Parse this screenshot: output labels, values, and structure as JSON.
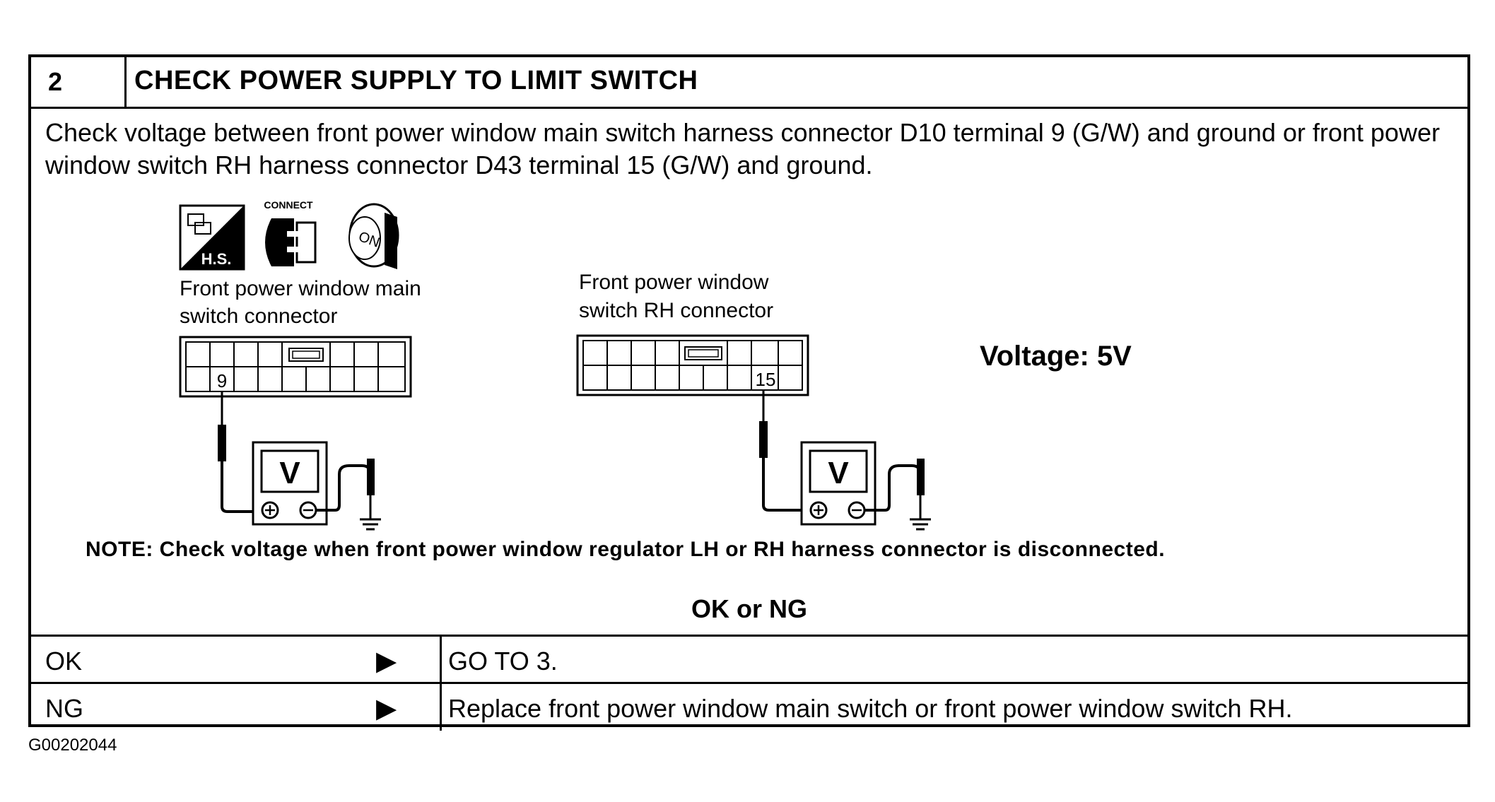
{
  "step": {
    "number": "2",
    "title": "CHECK POWER SUPPLY TO LIMIT SWITCH",
    "instruction": "Check voltage between front power window main switch harness connector D10 terminal 9 (G/W) and ground or front power window switch RH harness connector D43 terminal 15 (G/W) and ground."
  },
  "icons": {
    "harness_label": "H.S.",
    "connect_label": "CONNECT",
    "ignition_label": "ON"
  },
  "diagram": {
    "left_connector_label_line1": "Front power window main",
    "left_connector_label_line2": "switch connector",
    "left_terminal": "9",
    "right_connector_label_line1": "Front power window",
    "right_connector_label_line2": "switch RH connector",
    "right_terminal": "15",
    "meter_symbol": "V",
    "voltage_spec": "Voltage: 5V"
  },
  "note": "NOTE: Check voltage when front power window regulator LH or RH harness connector is disconnected.",
  "question": "OK or NG",
  "results": [
    {
      "condition": "OK",
      "action": "GO TO 3."
    },
    {
      "condition": "NG",
      "action": "Replace front power window main switch or front power window switch RH."
    }
  ],
  "figure_id": "G00202044"
}
